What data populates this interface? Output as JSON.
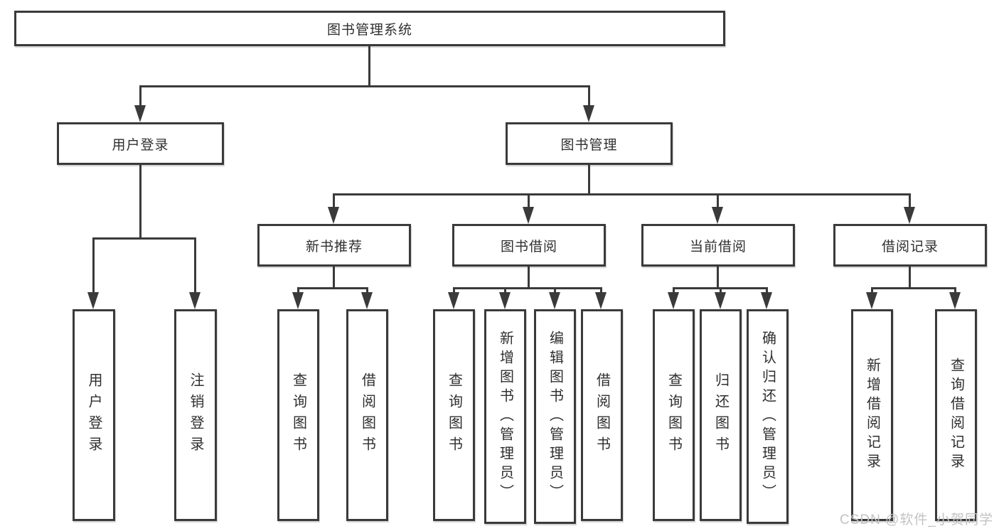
{
  "diagram": {
    "title": "图书管理系统",
    "children": [
      {
        "label": "用户登录",
        "children": [
          {
            "label": "用户登录"
          },
          {
            "label": "注销登录"
          }
        ]
      },
      {
        "label": "图书管理",
        "children": [
          {
            "label": "新书推荐",
            "children": [
              {
                "label": "查询图书"
              },
              {
                "label": "借阅图书"
              }
            ]
          },
          {
            "label": "图书借阅",
            "children": [
              {
                "label": "查询图书"
              },
              {
                "label": "新增图书（管理员）"
              },
              {
                "label": "编辑图书（管理员）"
              },
              {
                "label": "借阅图书"
              }
            ]
          },
          {
            "label": "当前借阅",
            "children": [
              {
                "label": "查询图书"
              },
              {
                "label": "归还图书"
              },
              {
                "label": "确认归还（管理员）"
              }
            ]
          },
          {
            "label": "借阅记录",
            "children": [
              {
                "label": "新增借阅记录"
              },
              {
                "label": "查询借阅记录"
              }
            ]
          }
        ]
      }
    ]
  },
  "watermark": "CSDN @软件_小贺同学",
  "colors": {
    "line": "#3a3a3a",
    "text": "#2f2f2f",
    "watermark": "#c3c3c3",
    "background": "#ffffff"
  }
}
